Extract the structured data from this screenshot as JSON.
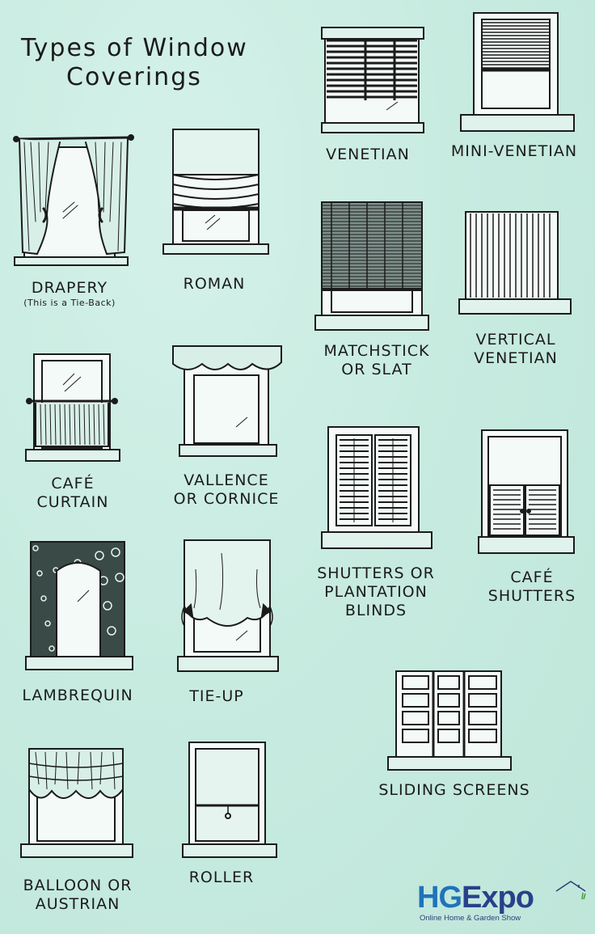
{
  "title": {
    "line1": "Types of Window",
    "line2": "Coverings"
  },
  "items": [
    {
      "label": "Drapery",
      "sub": "(This is a Tie-Back)"
    },
    {
      "label": "Roman"
    },
    {
      "label": "Venetian"
    },
    {
      "label": "Mini-Venetian"
    },
    {
      "label": "Matchstick",
      "label2": "or Slat"
    },
    {
      "label": "Vertical",
      "label2": "Venetian"
    },
    {
      "label": "Café",
      "label2": "Curtain"
    },
    {
      "label": "Vallence",
      "label2": "or Cornice"
    },
    {
      "label": "Shutters or",
      "label2": "Plantation",
      "label3": "Blinds"
    },
    {
      "label": "Café",
      "label2": "Shutters"
    },
    {
      "label": "Lambrequin"
    },
    {
      "label": "Tie-Up"
    },
    {
      "label": "Sliding Screens"
    },
    {
      "label": "Balloon or",
      "label2": "Austrian"
    },
    {
      "label": "Roller"
    }
  ],
  "logo": {
    "brand_hg": "HG",
    "brand_expo": "Expo",
    "tagline": "Online Home & Garden Show"
  },
  "colors": {
    "background": "#c9ece2",
    "ink": "#1b1b1b",
    "logo_blue": "#1f73b9",
    "logo_navy": "#27428a"
  }
}
